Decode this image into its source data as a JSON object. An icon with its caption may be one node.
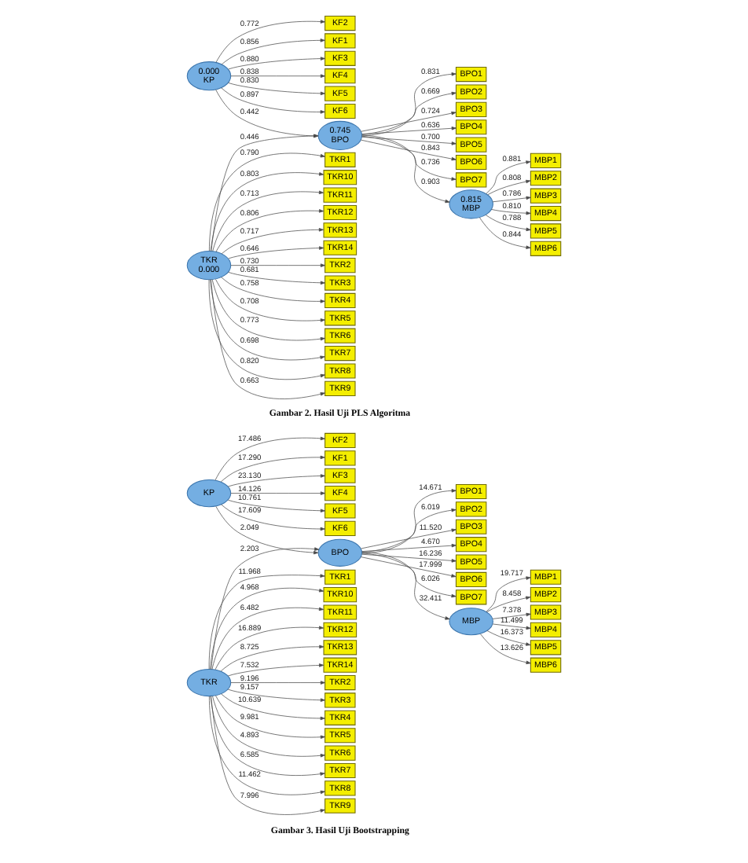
{
  "diagram": {
    "nodes": [
      {
        "text": [
          "KF2"
        ]
      },
      {
        "text": [
          "KF1"
        ]
      },
      {
        "text": [
          "BPO1"
        ]
      },
      {
        "text": [
          "BPO2"
        ]
      },
      {
        "text": [
          "BPO3"
        ]
      },
      {
        "text": [
          "BPO4"
        ]
      },
      {
        "text": [
          "BPO5"
        ]
      },
      {
        "text": [
          "BPO6"
        ]
      },
      {
        "text": [
          "BPO7"
        ]
      },
      {
        "text": [
          "KF3"
        ]
      },
      {
        "text": [
          "KF4"
        ]
      },
      {
        "text": [
          "KF5"
        ]
      },
      {
        "text": [
          "KF6"
        ]
      },
      {
        "text": [
          "0.000",
          "KP"
        ]
      },
      {
        "text": [
          "0.745",
          "BPO"
        ]
      },
      {
        "text": [
          "0.815",
          "MBP"
        ]
      },
      {
        "text": [
          "MBP1"
        ]
      },
      {
        "text": [
          "MBP2"
        ]
      },
      {
        "text": [
          "MBP3"
        ]
      },
      {
        "text": [
          "MBP4"
        ]
      },
      {
        "text": [
          "MBP5"
        ]
      },
      {
        "text": [
          "MBP6"
        ]
      },
      {
        "text": [
          "TKR1"
        ]
      },
      {
        "text": [
          "TKR10"
        ]
      },
      {
        "text": [
          "TKR11"
        ]
      },
      {
        "text": [
          "TKR12"
        ]
      },
      {
        "text": [
          "TKR13"
        ]
      },
      {
        "text": [
          "TKR",
          "0.000"
        ]
      },
      {
        "text": [
          "TKR14"
        ]
      },
      {
        "text": [
          "TKR2"
        ]
      },
      {
        "text": [
          "TKR3"
        ]
      },
      {
        "text": [
          "TKR4"
        ]
      },
      {
        "text": [
          "TKR5"
        ]
      },
      {
        "text": [
          "TKR6"
        ]
      },
      {
        "text": [
          "TKR7"
        ]
      },
      {
        "text": [
          "TKR8"
        ]
      },
      {
        "text": [
          "TKR9"
        ]
      },
      {
        "text": [
          "KF2"
        ]
      },
      {
        "text": [
          "KF1"
        ]
      },
      {
        "text": [
          "BPO1"
        ]
      },
      {
        "text": [
          "BPO2"
        ]
      },
      {
        "text": [
          "BPO3"
        ]
      },
      {
        "text": [
          "BPO4"
        ]
      },
      {
        "text": [
          "BPO5"
        ]
      },
      {
        "text": [
          "BPO6"
        ]
      },
      {
        "text": [
          "BPO7"
        ]
      },
      {
        "text": [
          "KF3"
        ]
      },
      {
        "text": [
          "KF4"
        ]
      },
      {
        "text": [
          "KF5"
        ]
      },
      {
        "text": [
          "KF6"
        ]
      },
      {
        "text": [
          "KP"
        ]
      },
      {
        "text": [
          "BPO"
        ]
      },
      {
        "text": [
          "MBP"
        ]
      },
      {
        "text": [
          "MBP1"
        ]
      },
      {
        "text": [
          "MBP2"
        ]
      },
      {
        "text": [
          "MBP3"
        ]
      },
      {
        "text": [
          "MBP4"
        ]
      },
      {
        "text": [
          "MBP5"
        ]
      },
      {
        "text": [
          "MBP6"
        ]
      },
      {
        "text": [
          "TKR1"
        ]
      },
      {
        "text": [
          "TKR10"
        ]
      },
      {
        "text": [
          "TKR11"
        ]
      },
      {
        "text": [
          "TKR12"
        ]
      },
      {
        "text": [
          "TKR13"
        ]
      },
      {
        "text": [
          "TKR"
        ]
      },
      {
        "text": [
          "TKR14"
        ]
      },
      {
        "text": [
          "TKR2"
        ]
      },
      {
        "text": [
          "TKR3"
        ]
      },
      {
        "text": [
          "TKR4"
        ]
      },
      {
        "text": [
          "TKR5"
        ]
      },
      {
        "text": [
          "TKR6"
        ]
      },
      {
        "text": [
          "TKR7"
        ]
      },
      {
        "text": [
          "TKR8"
        ]
      },
      {
        "text": [
          "TKR9"
        ]
      }
    ],
    "edges": [
      {
        "from": 13,
        "to": 0,
        "arrow": "to",
        "label": "0.772"
      },
      {
        "from": 13,
        "to": 1,
        "arrow": "to",
        "label": "0.856"
      },
      {
        "from": 13,
        "to": 9,
        "arrow": "to",
        "label": "0.880"
      },
      {
        "from": 13,
        "to": 10,
        "arrow": "to",
        "label": "0.838"
      },
      {
        "from": 13,
        "to": 11,
        "arrow": "to",
        "label": "0.830"
      },
      {
        "from": 13,
        "to": 12,
        "arrow": "to",
        "label": "0.897"
      },
      {
        "from": 13,
        "to": 14,
        "arrow": "to",
        "label": "0.442"
      },
      {
        "from": 14,
        "to": 2,
        "arrow": "to",
        "label": "0.831"
      },
      {
        "from": 14,
        "to": 3,
        "arrow": "to",
        "label": "0.669"
      },
      {
        "from": 14,
        "to": 4,
        "arrow": "to",
        "label": "0.724"
      },
      {
        "from": 14,
        "to": 5,
        "arrow": "to",
        "label": "0.636"
      },
      {
        "from": 14,
        "to": 6,
        "arrow": "to",
        "label": "0.700"
      },
      {
        "from": 14,
        "to": 7,
        "arrow": "to",
        "label": "0.843"
      },
      {
        "from": 14,
        "to": 8,
        "arrow": "to",
        "label": "0.736"
      },
      {
        "from": 14,
        "to": 15,
        "arrow": "to",
        "label": "0.903"
      },
      {
        "from": 15,
        "to": 16,
        "arrow": "to",
        "label": "0.881"
      },
      {
        "from": 15,
        "to": 17,
        "arrow": "to",
        "label": "0.808"
      },
      {
        "from": 15,
        "to": 18,
        "arrow": "to",
        "label": "0.786"
      },
      {
        "from": 15,
        "to": 19,
        "arrow": "to",
        "label": "0.810"
      },
      {
        "from": 15,
        "to": 20,
        "arrow": "to",
        "label": "0.788"
      },
      {
        "from": 15,
        "to": 21,
        "arrow": "to",
        "label": "0.844"
      },
      {
        "from": 27,
        "to": 14,
        "arrow": "to",
        "label": "0.446"
      },
      {
        "from": 27,
        "to": 22,
        "arrow": "to",
        "label": "0.790"
      },
      {
        "from": 27,
        "to": 23,
        "arrow": "to",
        "label": "0.803"
      },
      {
        "from": 27,
        "to": 24,
        "arrow": "to",
        "label": "0.713"
      },
      {
        "from": 27,
        "to": 25,
        "arrow": "to",
        "label": "0.806"
      },
      {
        "from": 27,
        "to": 26,
        "arrow": "to",
        "label": "0.717"
      },
      {
        "from": 27,
        "to": 28,
        "arrow": "to",
        "label": "0.646"
      },
      {
        "from": 27,
        "to": 29,
        "arrow": "to",
        "label": "0.730"
      },
      {
        "from": 27,
        "to": 30,
        "arrow": "to",
        "label": "0.681"
      },
      {
        "from": 27,
        "to": 31,
        "arrow": "to",
        "label": "0.758"
      },
      {
        "from": 27,
        "to": 32,
        "arrow": "to",
        "label": "0.708"
      },
      {
        "from": 27,
        "to": 33,
        "arrow": "to",
        "label": "0.773"
      },
      {
        "from": 27,
        "to": 34,
        "arrow": "to",
        "label": "0.698"
      },
      {
        "from": 27,
        "to": 35,
        "arrow": "to",
        "label": "0.820"
      },
      {
        "from": 27,
        "to": 36,
        "arrow": "to",
        "label": "0.663"
      },
      {
        "from": 50,
        "to": 37,
        "arrow": "to",
        "label": "17.486"
      },
      {
        "from": 50,
        "to": 38,
        "arrow": "to",
        "label": "17.290"
      },
      {
        "from": 50,
        "to": 46,
        "arrow": "to",
        "label": "23.130"
      },
      {
        "from": 50,
        "to": 47,
        "arrow": "to",
        "label": "14.126"
      },
      {
        "from": 50,
        "to": 48,
        "arrow": "to",
        "label": "10.761"
      },
      {
        "from": 50,
        "to": 49,
        "arrow": "to",
        "label": "17.609"
      },
      {
        "from": 50,
        "to": 51,
        "arrow": "to",
        "label": "2.049"
      },
      {
        "from": 51,
        "to": 39,
        "arrow": "to",
        "label": "14.671"
      },
      {
        "from": 51,
        "to": 40,
        "arrow": "to",
        "label": "6.019"
      },
      {
        "from": 51,
        "to": 41,
        "arrow": "to",
        "label": "11.520"
      },
      {
        "from": 51,
        "to": 42,
        "arrow": "to",
        "label": "4.670"
      },
      {
        "from": 51,
        "to": 43,
        "arrow": "to",
        "label": "16.236"
      },
      {
        "from": 51,
        "to": 44,
        "arrow": "to",
        "label": "17.999"
      },
      {
        "from": 51,
        "to": 45,
        "arrow": "to",
        "label": "6.026"
      },
      {
        "from": 51,
        "to": 52,
        "arrow": "to",
        "label": "32.411"
      },
      {
        "from": 52,
        "to": 53,
        "arrow": "to",
        "label": "19.717"
      },
      {
        "from": 52,
        "to": 54,
        "arrow": "to",
        "label": "8.458"
      },
      {
        "from": 52,
        "to": 55,
        "arrow": "to",
        "label": "7.378"
      },
      {
        "from": 52,
        "to": 56,
        "arrow": "to",
        "label": "11.499"
      },
      {
        "from": 52,
        "to": 57,
        "arrow": "to",
        "label": "16.373"
      },
      {
        "from": 52,
        "to": 58,
        "arrow": "to",
        "label": "13.626"
      },
      {
        "from": 64,
        "to": 51,
        "arrow": "to",
        "label": "2.203"
      },
      {
        "from": 64,
        "to": 59,
        "arrow": "to",
        "label": "11.968"
      },
      {
        "from": 64,
        "to": 60,
        "arrow": "to",
        "label": "4.968"
      },
      {
        "from": 64,
        "to": 61,
        "arrow": "to",
        "label": "6.482"
      },
      {
        "from": 64,
        "to": 62,
        "arrow": "to",
        "label": "16.889"
      },
      {
        "from": 64,
        "to": 63,
        "arrow": "to",
        "label": "8.725"
      },
      {
        "from": 64,
        "to": 65,
        "arrow": "to",
        "label": "7.532"
      },
      {
        "from": 64,
        "to": 66,
        "arrow": "to",
        "label": "9.196"
      },
      {
        "from": 64,
        "to": 67,
        "arrow": "to",
        "label": "9.157"
      },
      {
        "from": 64,
        "to": 68,
        "arrow": "to",
        "label": "10.639"
      },
      {
        "from": 64,
        "to": 69,
        "arrow": "to",
        "label": "9.981"
      },
      {
        "from": 64,
        "to": 70,
        "arrow": "to",
        "label": "4.893"
      },
      {
        "from": 64,
        "to": 71,
        "arrow": "to",
        "label": "6.585"
      },
      {
        "from": 64,
        "to": 72,
        "arrow": "to",
        "label": "11.462"
      },
      {
        "from": 64,
        "to": 73,
        "arrow": "to",
        "label": "7.996"
      }
    ],
    "labels": [
      "Gambar 2. Hasil Uji PLS Algoritma",
      "Gambar 3. Hasil Uji Bootstrapping"
    ]
  }
}
